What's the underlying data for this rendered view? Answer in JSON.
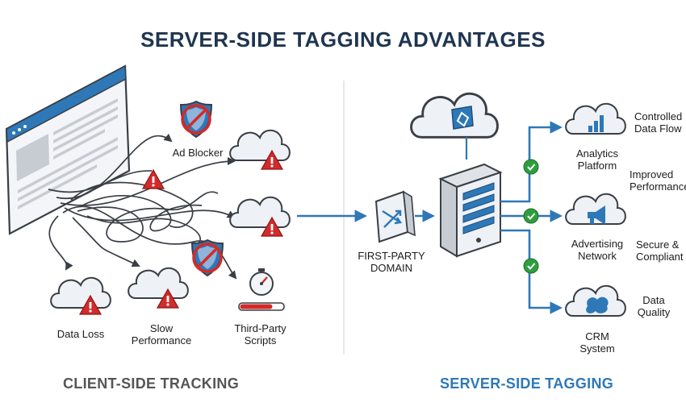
{
  "title": "SERVER-SIDE TAGGING ADVANTAGES",
  "left_section": "CLIENT-SIDE TRACKING",
  "right_section": "SERVER-SIDE TAGGING",
  "client": {
    "ad_blocker": "Ad Blocker",
    "data_loss": "Data Loss",
    "slow_performance_1": "Slow",
    "slow_performance_2": "Performance",
    "third_party_1": "Third-Party",
    "third_party_2": "Scripts"
  },
  "server": {
    "first_party_1": "FIRST-PARTY",
    "first_party_2": "DOMAIN",
    "analytics_1": "Analytics",
    "analytics_2": "Platform",
    "advertising_1": "Advertising",
    "advertising_2": "Network",
    "crm_1": "CRM",
    "crm_2": "System"
  },
  "benefits": {
    "controlled_1": "Controlled",
    "controlled_2": "Data Flow",
    "improved_1": "Improved",
    "improved_2": "Performance",
    "secure_1": "Secure &",
    "secure_2": "Compliant",
    "quality_1": "Data",
    "quality_2": "Quality"
  },
  "colors": {
    "title": "#1f3550",
    "left_section": "#555555",
    "right_section": "#2e78b8",
    "accent_blue": "#2e78b8",
    "warning_red": "#d12b2b",
    "check_green": "#2e9e3e"
  }
}
